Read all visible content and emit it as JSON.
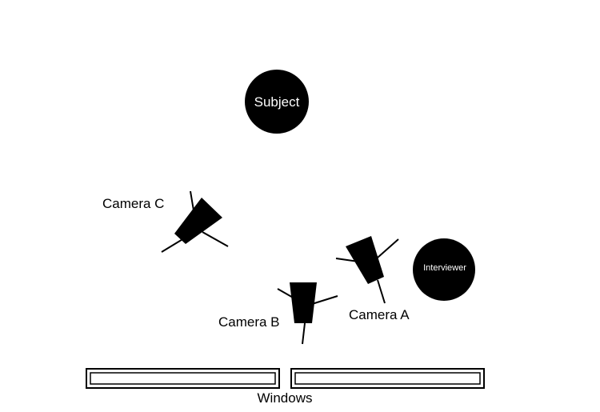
{
  "diagram": {
    "subject": {
      "label": "Subject"
    },
    "interviewer": {
      "label": "Interviewer"
    },
    "camera_a": {
      "label": "Camera A"
    },
    "camera_b": {
      "label": "Camera B"
    },
    "camera_c": {
      "label": "Camera C"
    },
    "windows": {
      "label": "Windows"
    }
  },
  "colors": {
    "ink": "#000000",
    "background": "#ffffff"
  }
}
